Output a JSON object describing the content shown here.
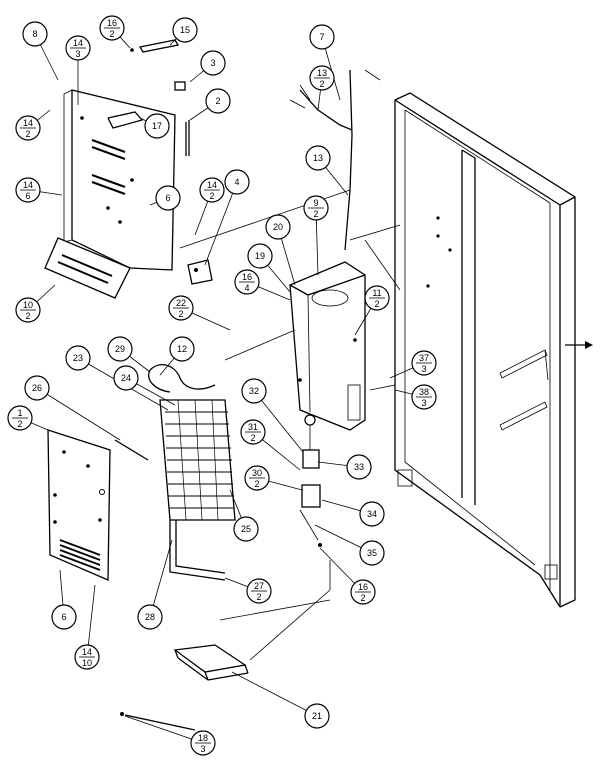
{
  "callouts": [
    {
      "id": "c8",
      "top": "8"
    },
    {
      "id": "c14-3",
      "top": "14",
      "bottom": "3"
    },
    {
      "id": "c16-2a",
      "top": "16",
      "bottom": "2"
    },
    {
      "id": "c15",
      "top": "15"
    },
    {
      "id": "c3",
      "top": "3"
    },
    {
      "id": "c2",
      "top": "2"
    },
    {
      "id": "c17",
      "top": "17"
    },
    {
      "id": "c14-2a",
      "top": "14",
      "bottom": "2"
    },
    {
      "id": "c14-6",
      "top": "14",
      "bottom": "6"
    },
    {
      "id": "c6a",
      "top": "6"
    },
    {
      "id": "c10-2",
      "top": "10",
      "bottom": "2"
    },
    {
      "id": "c14-2b",
      "top": "14",
      "bottom": "2"
    },
    {
      "id": "c4",
      "top": "4"
    },
    {
      "id": "c7",
      "top": "7"
    },
    {
      "id": "c13-2",
      "top": "13",
      "bottom": "2"
    },
    {
      "id": "c13",
      "top": "13"
    },
    {
      "id": "c9-2",
      "top": "9",
      "bottom": "2"
    },
    {
      "id": "c20",
      "top": "20"
    },
    {
      "id": "c19",
      "top": "19"
    },
    {
      "id": "c16-4",
      "top": "16",
      "bottom": "4"
    },
    {
      "id": "c22-2",
      "top": "22",
      "bottom": "2"
    },
    {
      "id": "c11-2",
      "top": "11",
      "bottom": "2"
    },
    {
      "id": "c12",
      "top": "12"
    },
    {
      "id": "c29",
      "top": "29"
    },
    {
      "id": "c23",
      "top": "23"
    },
    {
      "id": "c24",
      "top": "24"
    },
    {
      "id": "c26",
      "top": "26"
    },
    {
      "id": "c1-2",
      "top": "1",
      "bottom": "2"
    },
    {
      "id": "c32",
      "top": "32"
    },
    {
      "id": "c31-2",
      "top": "31",
      "bottom": "2"
    },
    {
      "id": "c37-3",
      "top": "37",
      "bottom": "3"
    },
    {
      "id": "c38-3",
      "top": "38",
      "bottom": "3"
    },
    {
      "id": "c33",
      "top": "33"
    },
    {
      "id": "c30-2",
      "top": "30",
      "bottom": "2"
    },
    {
      "id": "c34",
      "top": "34"
    },
    {
      "id": "c25",
      "top": "25"
    },
    {
      "id": "c35",
      "top": "35"
    },
    {
      "id": "c16-2b",
      "top": "16",
      "bottom": "2"
    },
    {
      "id": "c27-2",
      "top": "27",
      "bottom": "2"
    },
    {
      "id": "c28",
      "top": "28"
    },
    {
      "id": "c6b",
      "top": "6"
    },
    {
      "id": "c14-10",
      "top": "14",
      "bottom": "10"
    },
    {
      "id": "c21",
      "top": "21"
    },
    {
      "id": "c18-3",
      "top": "18",
      "bottom": "3"
    }
  ]
}
